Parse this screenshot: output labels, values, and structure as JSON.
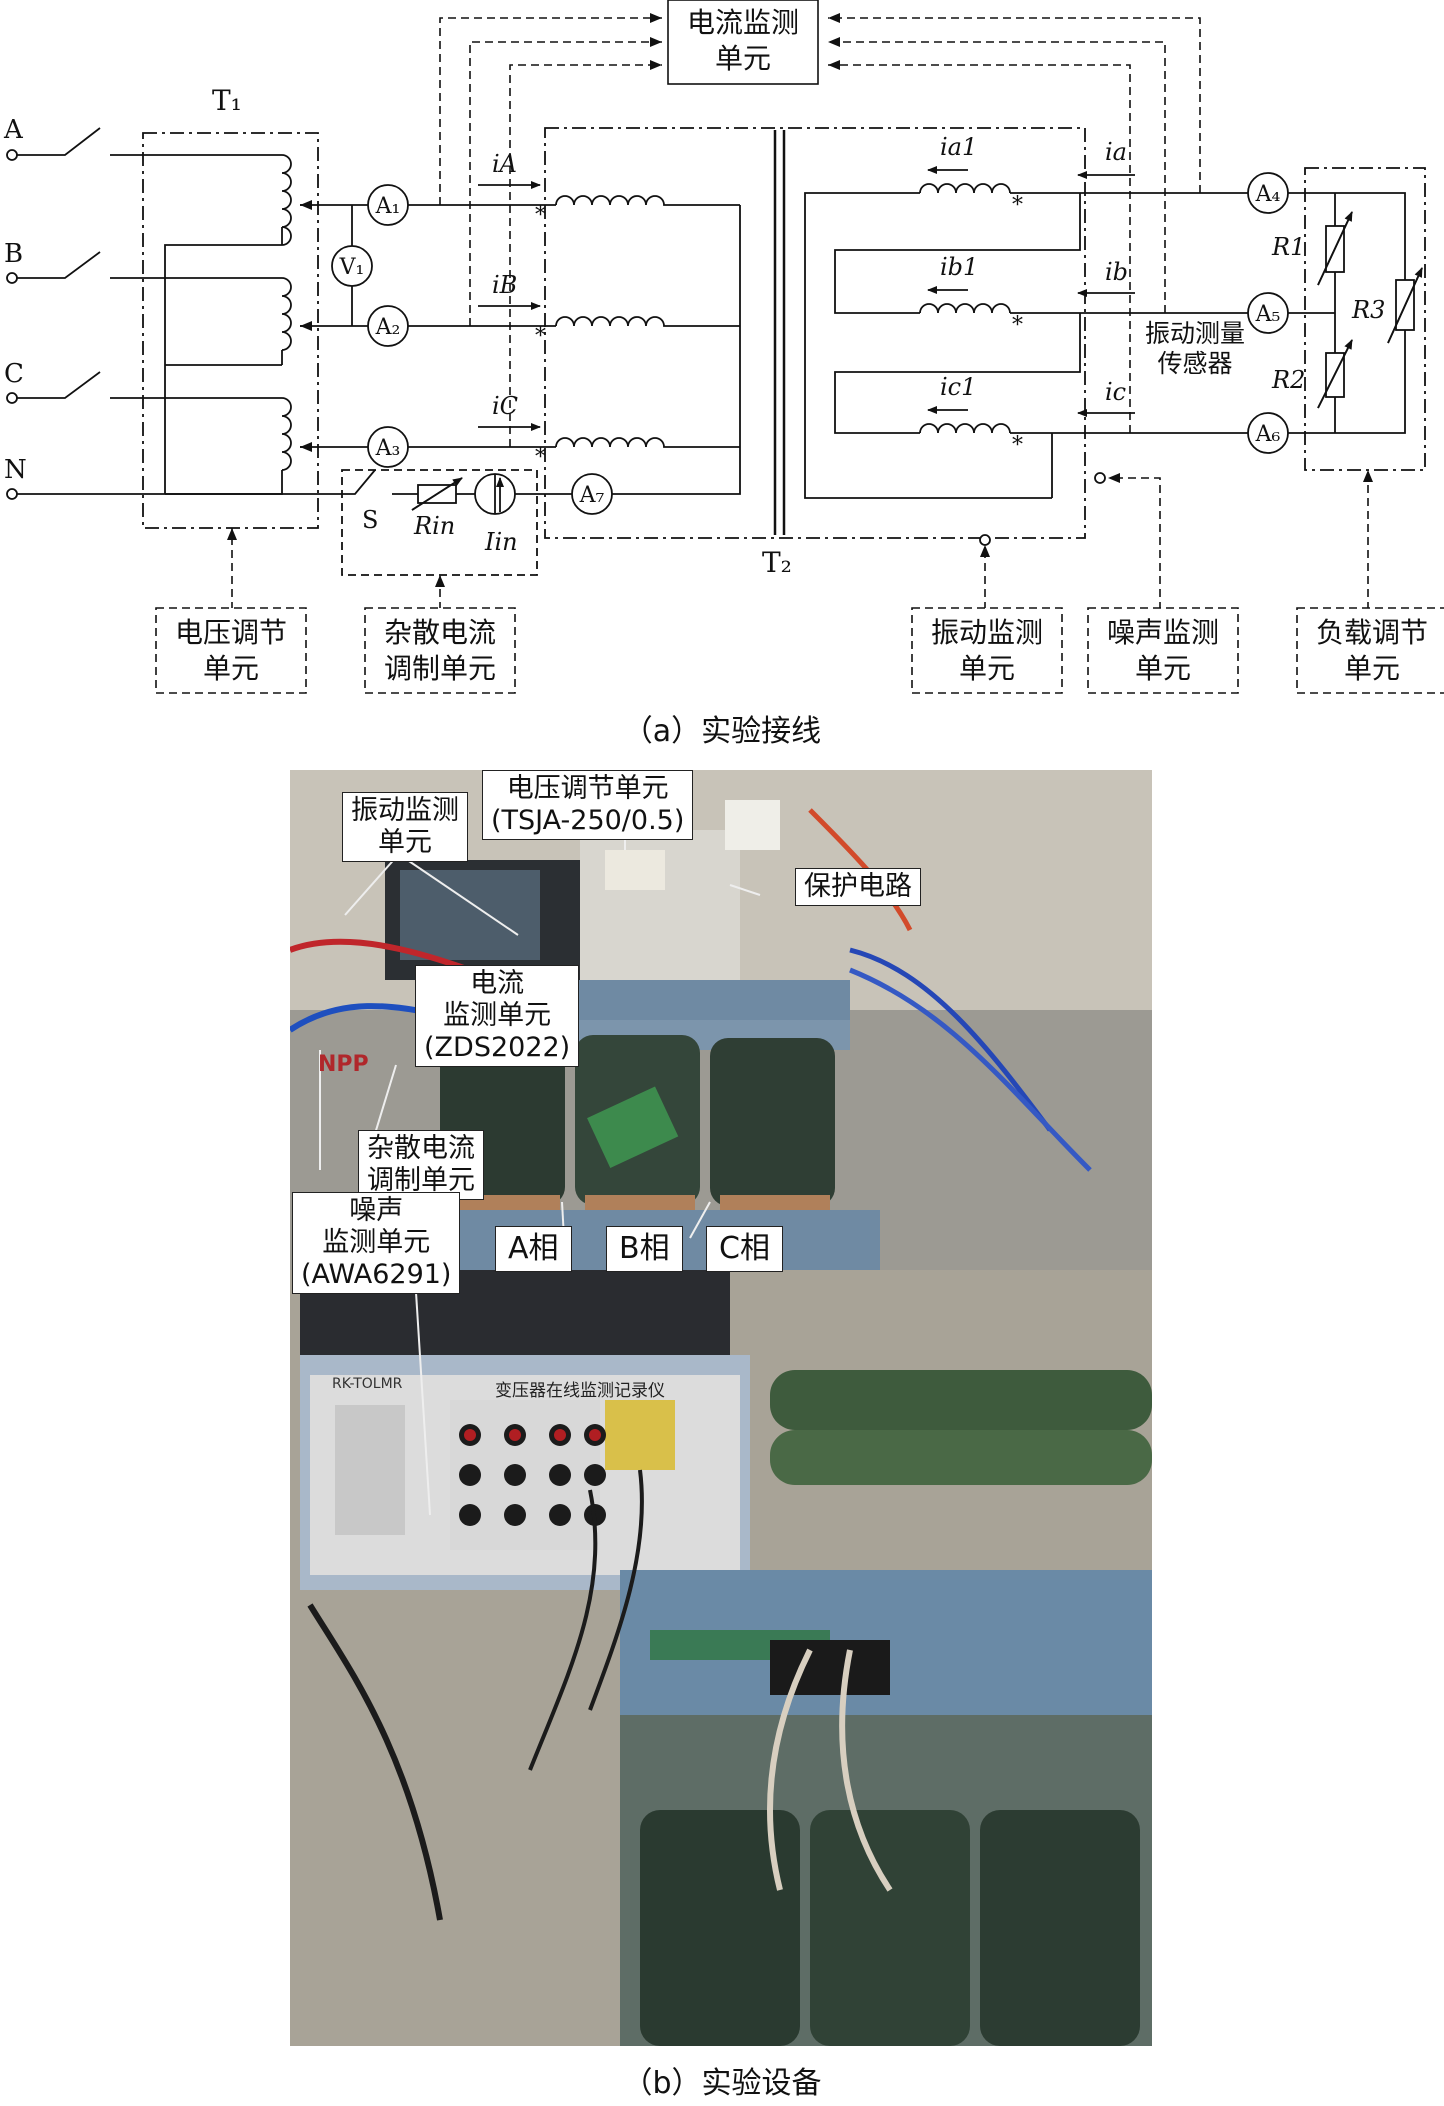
{
  "diagram": {
    "inputs": [
      "A",
      "B",
      "C",
      "N"
    ],
    "transformer1": "T₁",
    "transformer2": "T₂",
    "ammeters": [
      "A₁",
      "A₂",
      "A₃",
      "A₄",
      "A₅",
      "A₆",
      "A₇"
    ],
    "voltmeter": "V₁",
    "primary_currents": [
      "iₐ",
      "i_B",
      "i_C"
    ],
    "primary_current_labels": [
      "iA",
      "iB",
      "iC"
    ],
    "secondary_current_labels": [
      "ia",
      "ib",
      "ic"
    ],
    "winding_current_labels": [
      "ia1",
      "ib1",
      "ic1"
    ],
    "switch": "S",
    "rin": "Rin",
    "iin": "Iin",
    "resistors": [
      "R1",
      "R2",
      "R3"
    ],
    "units": {
      "current_monitor": [
        "电流监测",
        "单元"
      ],
      "vibration_sensor": [
        "振动测量",
        "传感器"
      ],
      "voltage_reg": [
        "电压调节",
        "单元"
      ],
      "stray_current": [
        "杂散电流",
        "调制单元"
      ],
      "vibration_monitor": [
        "振动监测",
        "单元"
      ],
      "noise_monitor": [
        "噪声监测",
        "单元"
      ],
      "load_reg": [
        "负载调节",
        "单元"
      ]
    },
    "caption": "（a）实验接线"
  },
  "photo": {
    "callouts": {
      "voltage_reg": [
        "电压调节单元",
        "(TSJA-250/0.5)"
      ],
      "vibration": [
        "振动监测",
        "单元"
      ],
      "protection": [
        "保护电路"
      ],
      "current": [
        "电流",
        "监测单元",
        "(ZDS2022)"
      ],
      "stray": [
        "杂散电流",
        "调制单元"
      ],
      "noise": [
        "噪声",
        "监测单元",
        "(AWA6291)"
      ],
      "phase_a": [
        "A相"
      ],
      "phase_b": [
        "B相"
      ],
      "phase_c": [
        "C相"
      ]
    },
    "device_brand": "RK-TOLMR",
    "device_title": "变压器在线监测记录仪",
    "battery_label": "NPP",
    "caption": "（b）实验设备"
  }
}
